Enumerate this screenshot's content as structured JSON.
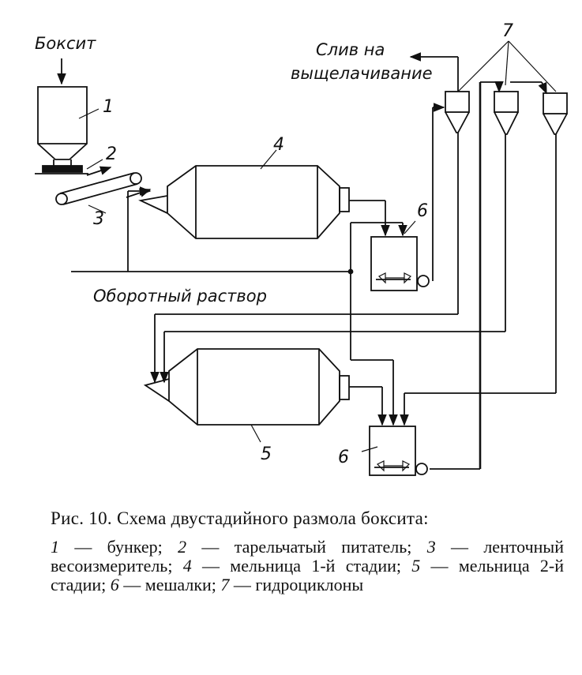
{
  "labels": {
    "boksit": "Боксит",
    "sliv_line1": "Слив на",
    "sliv_line2": "выщелачивание",
    "oborotny": "Оборотный раствор",
    "n1": "1",
    "n2": "2",
    "n3": "3",
    "n4": "4",
    "n5": "5",
    "n6_top": "6",
    "n6_bottom": "6",
    "n7": "7"
  },
  "caption": {
    "title": "Рис. 10. Схема двустадийного размола боксита:",
    "legend": [
      {
        "num": "1",
        "text": " — бункер; "
      },
      {
        "num": "2",
        "text": " — тарельчатый питатель; "
      },
      {
        "num": "3",
        "text": " — ленточный весоизмеритель; "
      },
      {
        "num": "4",
        "text": " — мельница 1-й стадии; "
      },
      {
        "num": "5",
        "text": " — мельница 2-й стадии; "
      },
      {
        "num": "6",
        "text": " — мешалки; "
      },
      {
        "num": "7",
        "text": " — гидроциклоны"
      }
    ]
  }
}
